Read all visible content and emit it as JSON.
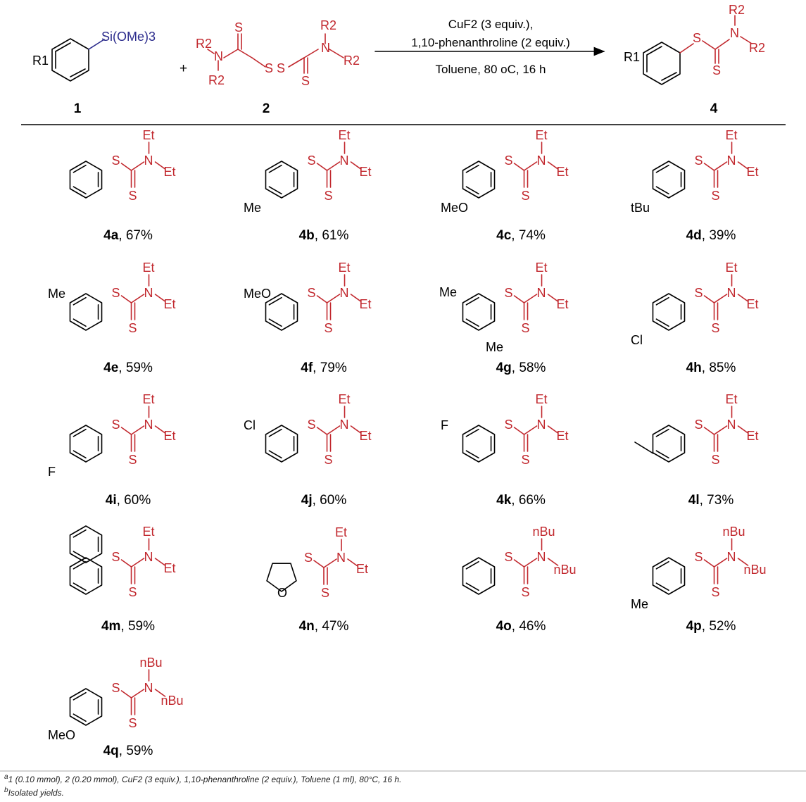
{
  "scheme": {
    "si_group": "Si(OMe)3",
    "r1": "R1",
    "r2": "R2",
    "reagent_labels": [
      "1",
      "2",
      "4"
    ],
    "plus": "+",
    "conditions": [
      "CuF2 (3 equiv.),",
      "1,10-phenanthroline (2 equiv.)",
      "Toluene, 80 oC, 16 h"
    ]
  },
  "atoms": {
    "S": "S",
    "N": "N",
    "O": "O",
    "Et": "Et",
    "nBu": "nBu"
  },
  "products": [
    {
      "id": "4a",
      "yield": "67%",
      "sub": ""
    },
    {
      "id": "4b",
      "yield": "61%",
      "sub": "Me"
    },
    {
      "id": "4c",
      "yield": "74%",
      "sub": "MeO"
    },
    {
      "id": "4d",
      "yield": "39%",
      "sub": "tBu"
    },
    {
      "id": "4e",
      "yield": "59%",
      "sub": "Me"
    },
    {
      "id": "4f",
      "yield": "79%",
      "sub": "MeO"
    },
    {
      "id": "4g",
      "yield": "58%",
      "sub": "Me, Me"
    },
    {
      "id": "4h",
      "yield": "85%",
      "sub": "Cl"
    },
    {
      "id": "4i",
      "yield": "60%",
      "sub": "F"
    },
    {
      "id": "4j",
      "yield": "60%",
      "sub": "Cl"
    },
    {
      "id": "4k",
      "yield": "66%",
      "sub": "F"
    },
    {
      "id": "4l",
      "yield": "73%",
      "sub": ""
    },
    {
      "id": "4m",
      "yield": "59%",
      "sub": ""
    },
    {
      "id": "4n",
      "yield": "47%",
      "sub": "O"
    },
    {
      "id": "4o",
      "yield": "46%",
      "sub": ""
    },
    {
      "id": "4p",
      "yield": "52%",
      "sub": "Me"
    },
    {
      "id": "4q",
      "yield": "59%",
      "sub": "MeO"
    }
  ],
  "footnotes": {
    "a_mark": "a",
    "a_text": "1 (0.10 mmol), 2 (0.20 mmol), CuF2 (3 equiv.), 1,10-phenanthroline (2 equiv.), Toluene (1 ml), 80°C, 16 h.",
    "b_mark": "b",
    "b_text": "Isolated yields."
  }
}
